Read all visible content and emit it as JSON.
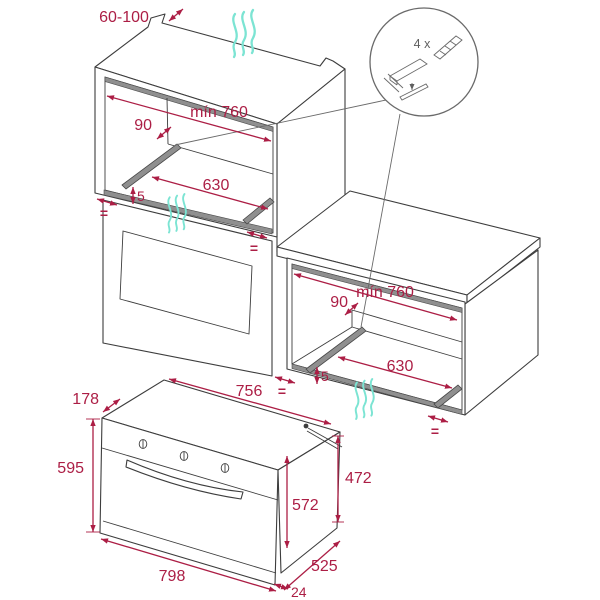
{
  "figure": {
    "title": "built-in oven installation diagram",
    "colors": {
      "outline": "#3d3d3d",
      "dimension": "#ac1e45",
      "rail_fill": "#8f8f8f",
      "vent": "#7ce4d3",
      "background": "#ffffff"
    },
    "detail": {
      "quantity_label": "4 x"
    },
    "wall_cabinet": {
      "rear_top_gap": "60-100",
      "niche_min_width": "mín 760",
      "rail_back_offset": "90",
      "rail_clear_span": "630",
      "rail_height": "5",
      "equal_left": "=",
      "equal_right": "="
    },
    "base_cabinet": {
      "niche_min_width": "mín 760",
      "rail_back_offset": "90",
      "rail_clear_span": "630",
      "rail_height": "5",
      "equal_left": "=",
      "equal_right": "="
    },
    "oven": {
      "top_depth": "178",
      "front_height": "595",
      "body_width": "756",
      "body_height": "472",
      "door_inner_height": "572",
      "front_width": "798",
      "door_thickness": "24",
      "body_depth": "525"
    }
  }
}
